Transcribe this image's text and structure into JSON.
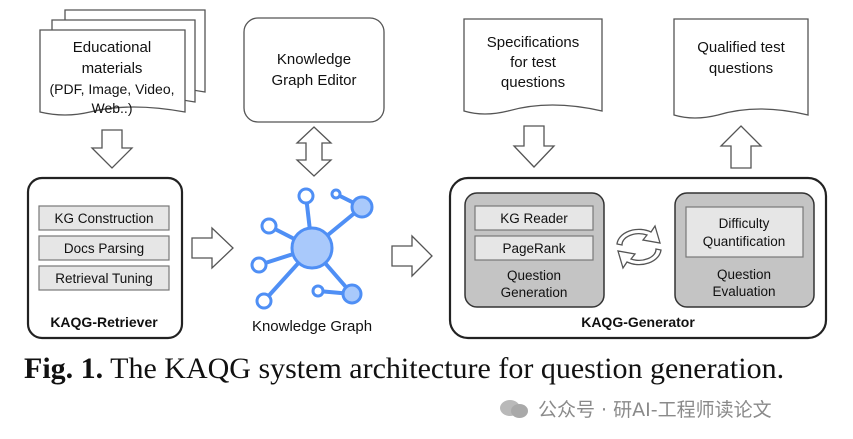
{
  "diagram": {
    "educational_materials": {
      "line1": "Educational",
      "line2": "materials",
      "line3": "(PDF, Image, Video,",
      "line4": "Web..)"
    },
    "editor": {
      "line1": "Knowledge",
      "line2": "Graph Editor"
    },
    "specifications": {
      "line1": "Specifications",
      "line2": "for test",
      "line3": "questions"
    },
    "qualified": {
      "line1": "Qualified test",
      "line2": "questions"
    },
    "retriever": {
      "items": [
        "KG Construction",
        "Docs Parsing",
        "Retrieval Tuning"
      ],
      "label": "KAQG-Retriever"
    },
    "knowledge_graph_label": "Knowledge Graph",
    "generator": {
      "label": "KAQG-Generator",
      "question_generation": {
        "items": [
          "KG Reader",
          "PageRank"
        ],
        "line1": "Question",
        "line2": "Generation"
      },
      "question_evaluation": {
        "item_line1": "Difficulty",
        "item_line2": "Quantification",
        "line1": "Question",
        "line2": "Evaluation"
      }
    },
    "colors": {
      "graph_blue": "#4f8ff5",
      "graph_blue_light": "#a9c9fb",
      "panel_gray": "#c4c4c4",
      "item_gray": "#e6e6e6"
    }
  },
  "caption": {
    "label": "Fig. 1.",
    "text": "The KAQG system architecture for question generation."
  },
  "watermark": {
    "text": "公众号 · 研AI-工程师读论文"
  }
}
